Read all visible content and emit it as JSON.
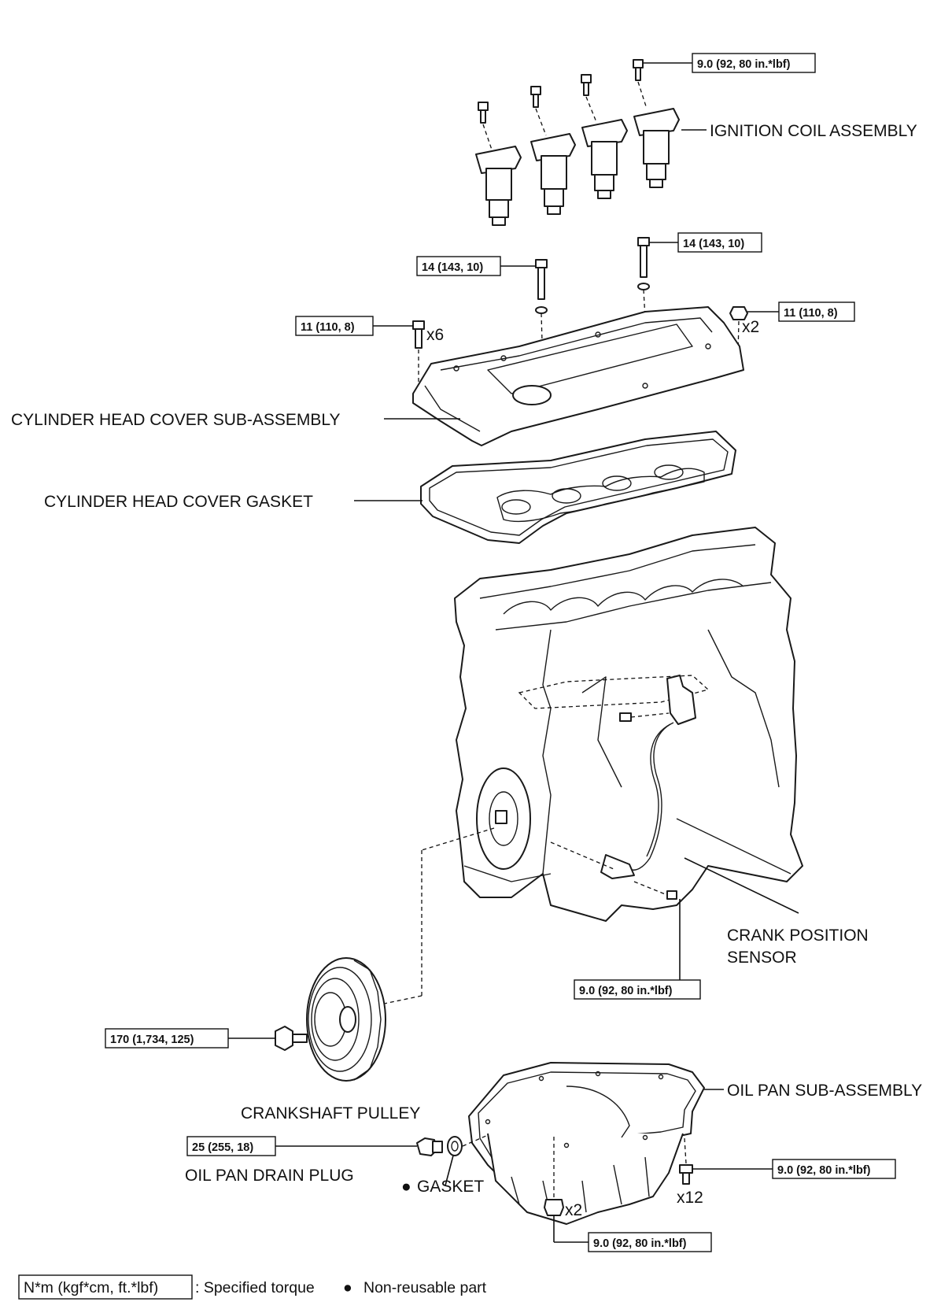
{
  "labels": {
    "ignition_coil": "IGNITION COIL ASSEMBLY",
    "cylinder_head_cover": "CYLINDER HEAD COVER SUB-ASSEMBLY",
    "cylinder_head_cover_gasket": "CYLINDER HEAD COVER GASKET",
    "crank_position_sensor_line1": "CRANK POSITION",
    "crank_position_sensor_line2": "SENSOR",
    "crankshaft_pulley": "CRANKSHAFT PULLEY",
    "oil_pan": "OIL PAN SUB-ASSEMBLY",
    "oil_pan_drain_plug": "OIL PAN DRAIN PLUG",
    "gasket": "GASKET"
  },
  "torques": {
    "coil_bolt": "9.0 (92, 80 in.*lbf)",
    "cover_stud_right": "14 (143, 10)",
    "cover_stud_left": "14 (143, 10)",
    "cover_bolt_left": "11 (110, 8)",
    "cover_nut_right": "11 (110, 8)",
    "sensor_bolt": "9.0 (92, 80 in.*lbf)",
    "pulley_bolt": "170 (1,734, 125)",
    "drain_plug": "25 (255, 18)",
    "pan_bolt": "9.0 (92, 80 in.*lbf)",
    "pan_nut": "9.0 (92, 80 in.*lbf)"
  },
  "quantities": {
    "cover_bolt_left": "x6",
    "cover_nut_right": "x2",
    "pan_bolt": "x12",
    "pan_nut": "x2"
  },
  "legend": {
    "torque_unit": "N*m (kgf*cm, ft.*lbf)",
    "torque_text": ": Specified torque",
    "non_reusable_text": "Non-reusable part"
  },
  "symbols": {
    "non_reusable_mark": "●"
  }
}
